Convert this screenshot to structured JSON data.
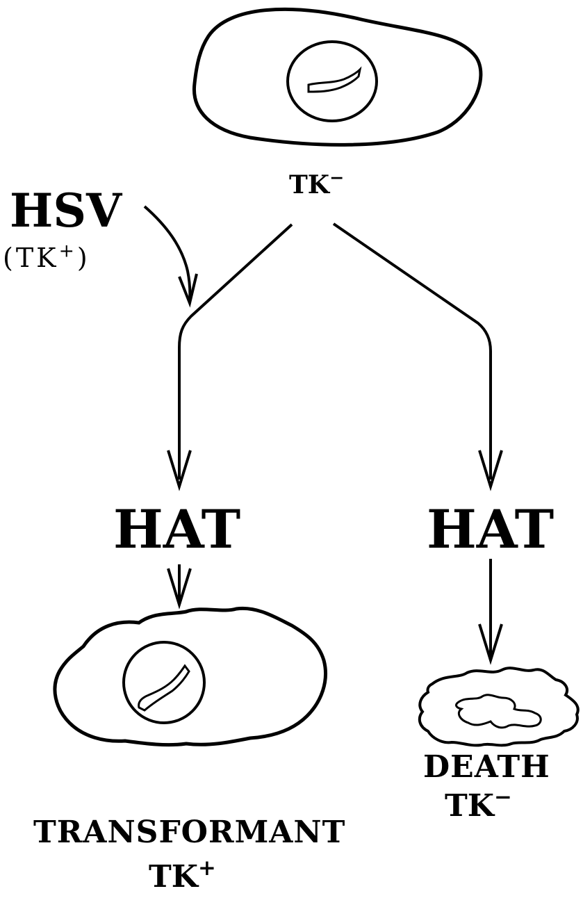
{
  "labels": {
    "tk_top": "TK",
    "tk_top_sup": "−",
    "hsv": "HSV",
    "hsv_tk_open": "(",
    "hsv_tk": "TK",
    "hsv_tk_sup": "+",
    "hsv_tk_close": ")",
    "hat_left": "HAT",
    "hat_right": "HAT",
    "transformant": "TRANSFORMANT",
    "tk_bottom_left": "TK",
    "tk_bottom_left_sup": "+",
    "death": "DEATH",
    "tk_bottom_right": "TK",
    "tk_bottom_right_sup": "−"
  },
  "colors": {
    "ink": "#000000",
    "background": "#ffffff"
  }
}
